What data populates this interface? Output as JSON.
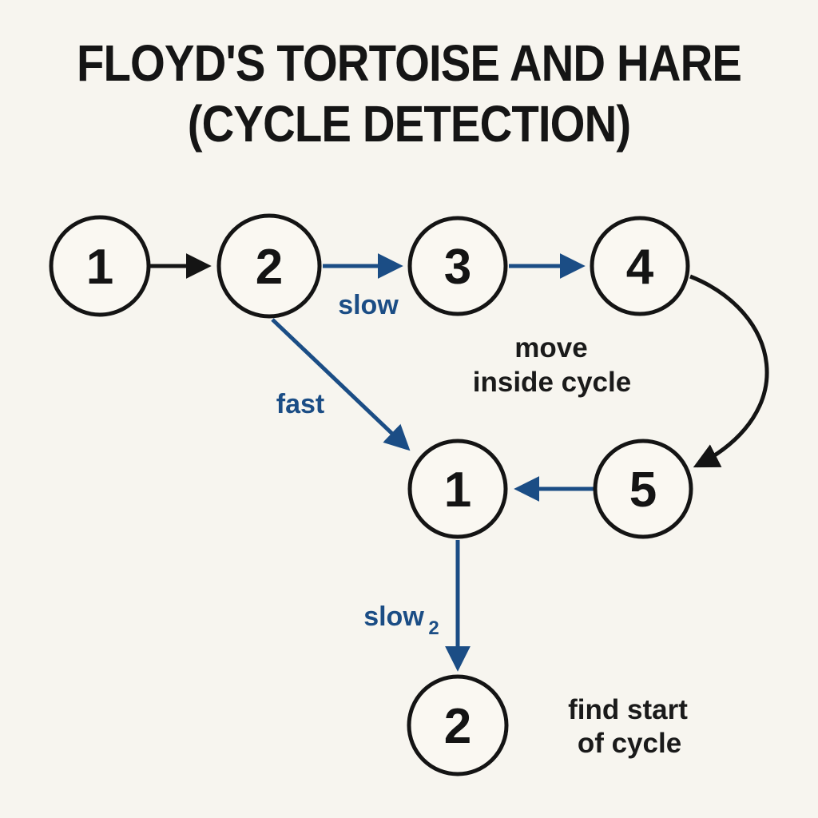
{
  "title": {
    "line1": "FLOYD'S TORTOISE AND HARE",
    "line2": "(CYCLE DETECTION)"
  },
  "nodes": [
    {
      "id": "n1",
      "label": "1",
      "highlighted": false
    },
    {
      "id": "n2",
      "label": "2",
      "highlighted": true
    },
    {
      "id": "n3",
      "label": "3",
      "highlighted": false
    },
    {
      "id": "n4",
      "label": "4",
      "highlighted": false
    },
    {
      "id": "n5",
      "label": "5",
      "highlighted": false
    },
    {
      "id": "n1b",
      "label": "1",
      "highlighted": false
    },
    {
      "id": "n2b",
      "label": "2",
      "highlighted": false
    }
  ],
  "edges": [
    {
      "from": "n1",
      "to": "n2",
      "style": "black",
      "label": ""
    },
    {
      "from": "n2",
      "to": "n3",
      "style": "blue",
      "label": "slow"
    },
    {
      "from": "n3",
      "to": "n4",
      "style": "blue",
      "label": ""
    },
    {
      "from": "n4",
      "to": "n5",
      "style": "black",
      "label": ""
    },
    {
      "from": "n5",
      "to": "n1b",
      "style": "blue",
      "label": ""
    },
    {
      "from": "n2",
      "to": "n1b",
      "style": "blue",
      "label": "fast"
    },
    {
      "from": "n1b",
      "to": "n2b",
      "style": "blue",
      "label": "slow",
      "subscript": "2"
    }
  ],
  "annotations": {
    "move": {
      "line1": "move",
      "line2": "inside cycle"
    },
    "find": {
      "line1": "find start",
      "line2": "of cycle"
    }
  },
  "colors": {
    "background": "#F7F5EF",
    "node_fill": "#FAF8F2",
    "node_stroke": "#141414",
    "node_highlight": "#F6A750",
    "arrow_black": "#141414",
    "arrow_blue": "#1B4D85",
    "text_black": "#1A1A1A"
  }
}
